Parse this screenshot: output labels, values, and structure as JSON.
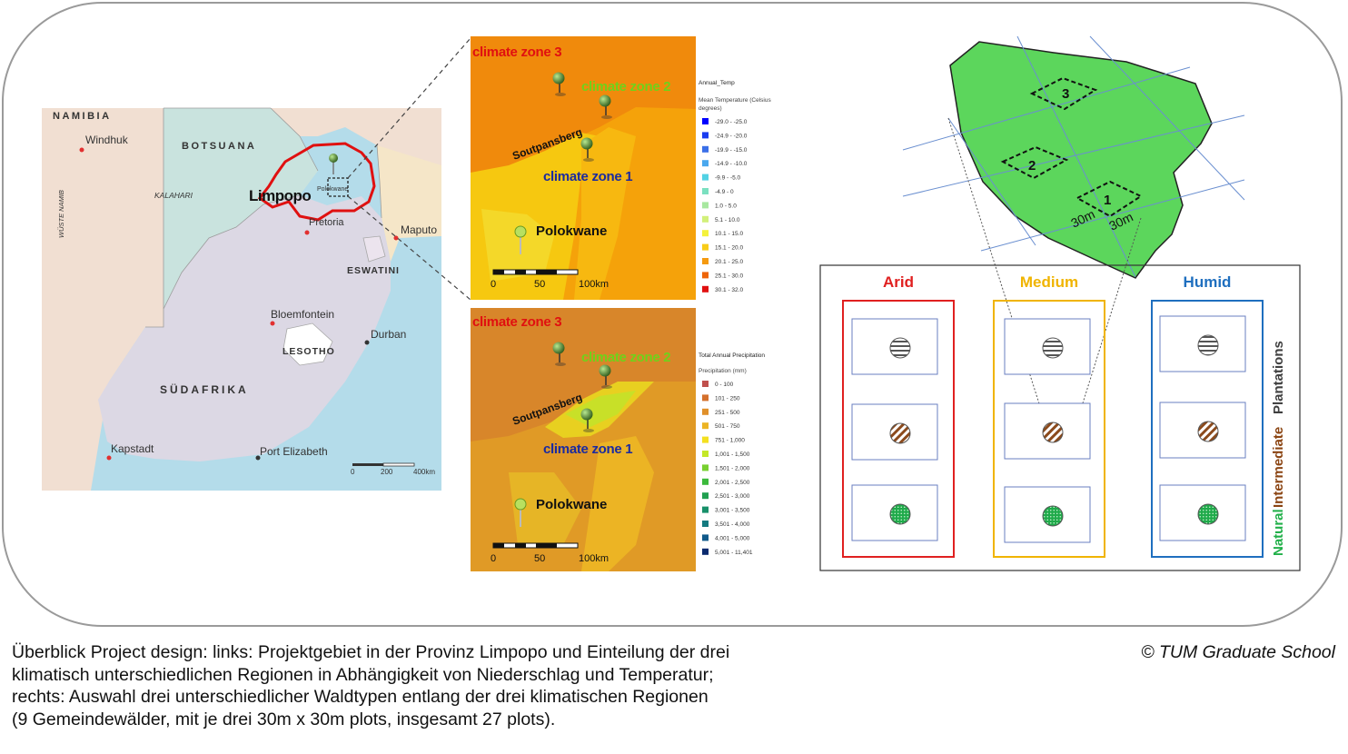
{
  "map": {
    "countries": {
      "namibia": "NAMIBIA",
      "botswana": "BOTSUANA",
      "suedafrika": "SÜDAFRIKA",
      "lesotho": "LESOTHO",
      "eswatini": "ESWATINI"
    },
    "regions": {
      "kalahari": "KALAHARI",
      "wueste_namib": "WÜSTE NAMIB"
    },
    "province": "Limpopo",
    "cities": {
      "windhuk": "Windhuk",
      "pretoria": "Pretoria",
      "polokwane": "Polokwane",
      "maputo": "Maputo",
      "bloemfontein": "Bloemfontein",
      "durban": "Durban",
      "kapstadt": "Kapstadt",
      "port_elizabeth": "Port Elizabeth"
    },
    "scale": {
      "t0": "0",
      "t1": "200",
      "t2": "400km"
    }
  },
  "temp_map": {
    "zone3": "climate zone 3",
    "zone2": "climate zone 2",
    "zone1": "climate zone 1",
    "mountain": "Soutpansberg",
    "city": "Polokwane",
    "scale": {
      "t0": "0",
      "t1": "50",
      "t2": "100km"
    },
    "legend": {
      "title": "Annual_Temp",
      "subtitle_1": "Mean Temperature (Celsius",
      "subtitle_2": "degrees)",
      "items": [
        {
          "label": "-29.0 - -25.0",
          "color": "#0000ff"
        },
        {
          "label": "-24.9 - -20.0",
          "color": "#1a3cf0"
        },
        {
          "label": "-19.9 - -15.0",
          "color": "#3a6fe8"
        },
        {
          "label": "-14.9 - -10.0",
          "color": "#4aa8ee"
        },
        {
          "label": "-9.9 - -5.0",
          "color": "#52d2e4"
        },
        {
          "label": "-4.9 - 0",
          "color": "#7be0c0"
        },
        {
          "label": "1.0 - 5.0",
          "color": "#a8e8a0"
        },
        {
          "label": "5.1 - 10.0",
          "color": "#d2f07a"
        },
        {
          "label": "10.1 - 15.0",
          "color": "#f4f23c"
        },
        {
          "label": "15.1 - 20.0",
          "color": "#f8cc18"
        },
        {
          "label": "20.1 - 25.0",
          "color": "#f59a10"
        },
        {
          "label": "25.1 - 30.0",
          "color": "#ee6408"
        },
        {
          "label": "30.1 - 32.0",
          "color": "#e01010"
        }
      ]
    }
  },
  "precip_map": {
    "zone3": "climate zone 3",
    "zone2": "climate zone 2",
    "zone1": "climate zone 1",
    "mountain": "Soutpansberg",
    "city": "Polokwane",
    "scale": {
      "t0": "0",
      "t1": "50",
      "t2": "100km"
    },
    "legend": {
      "title": "Total Annual Precipitation",
      "subtitle_1": "Precipitation (mm)",
      "items": [
        {
          "label": "0 - 100",
          "color": "#c0504d"
        },
        {
          "label": "101 - 250",
          "color": "#d4702c"
        },
        {
          "label": "251 - 500",
          "color": "#e0902a"
        },
        {
          "label": "501 - 750",
          "color": "#ecb424"
        },
        {
          "label": "751 - 1,000",
          "color": "#f4e020"
        },
        {
          "label": "1,001 - 1,500",
          "color": "#c4e828"
        },
        {
          "label": "1,501 - 2,000",
          "color": "#78d030"
        },
        {
          "label": "2,001 - 2,500",
          "color": "#3cba3c"
        },
        {
          "label": "2,501 - 3,000",
          "color": "#20a050"
        },
        {
          "label": "3,001 - 3,500",
          "color": "#18906a"
        },
        {
          "label": "3,501 - 4,000",
          "color": "#147a80"
        },
        {
          "label": "4,001 - 5,000",
          "color": "#105a8a"
        },
        {
          "label": "5,001 - 11,401",
          "color": "#0a2a6e"
        }
      ]
    }
  },
  "plot_area": {
    "plot1": "1",
    "plot2": "2",
    "plot3": "3",
    "dim_a": "30m",
    "dim_b": "30m"
  },
  "forest_design": {
    "columns": [
      {
        "label": "Arid",
        "color": "#e02020"
      },
      {
        "label": "Medium",
        "color": "#f0b400"
      },
      {
        "label": "Humid",
        "color": "#1f6fbf"
      }
    ],
    "row_labels": {
      "natural": "Natural",
      "intermediate": "Intermediate",
      "plantations": "Plantations"
    },
    "row_colors": {
      "natural": "#22b04a",
      "intermediate": "#8b4513",
      "plantations": "#404040"
    }
  },
  "caption": {
    "line1": "Überblick Project design: links: Projektgebiet in der Provinz Limpopo und Einteilung der drei",
    "line2": "klimatisch unterschiedlichen Regionen in Abhängigkeit von Niederschlag und Temperatur;",
    "line3": "rechts: Auswahl drei unterschiedlicher Waldtypen entlang der drei klimatischen Regionen",
    "line4": "(9 Gemeindewälder, mit je drei 30m x 30m plots, insgesamt 27 plots)."
  },
  "copyright": "© TUM Graduate School"
}
